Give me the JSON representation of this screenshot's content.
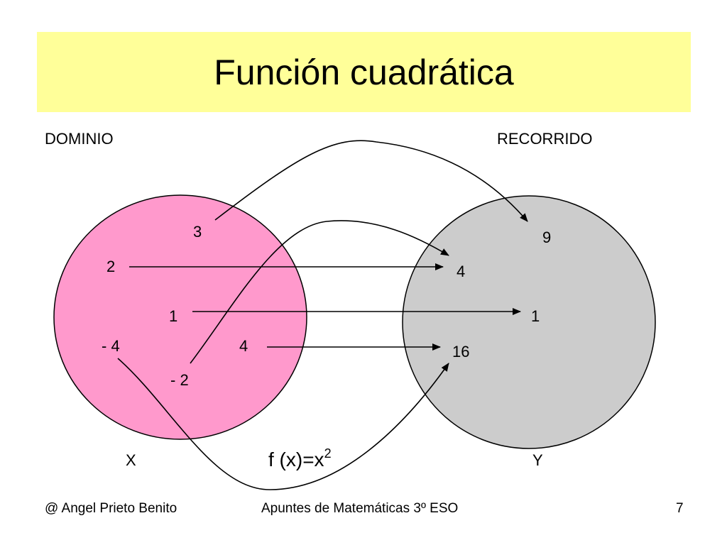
{
  "title": "Función cuadrática",
  "colors": {
    "title_bg": "#ffff99",
    "domain_fill": "#ff99cc",
    "range_fill": "#cccccc",
    "stroke": "#000000"
  },
  "labels": {
    "domain": "DOMINIO",
    "range": "RECORRIDO",
    "x_set": "X",
    "y_set": "Y",
    "function_base": "f (x)=x",
    "function_exp": "2"
  },
  "domain_values": [
    "3",
    "2",
    "1",
    "- 4",
    "4",
    "- 2"
  ],
  "range_values": [
    "9",
    "4",
    "1",
    "16"
  ],
  "mappings": [
    {
      "from": "3",
      "to": "9"
    },
    {
      "from": "2",
      "to": "4"
    },
    {
      "from": "1",
      "to": "1"
    },
    {
      "from": "- 2",
      "to": "4"
    },
    {
      "from": "4",
      "to": "16"
    },
    {
      "from": "- 4",
      "to": "16"
    }
  ],
  "footer": {
    "author": "@ Angel Prieto Benito",
    "course": "Apuntes de Matemáticas 3º ESO",
    "page": "7"
  }
}
